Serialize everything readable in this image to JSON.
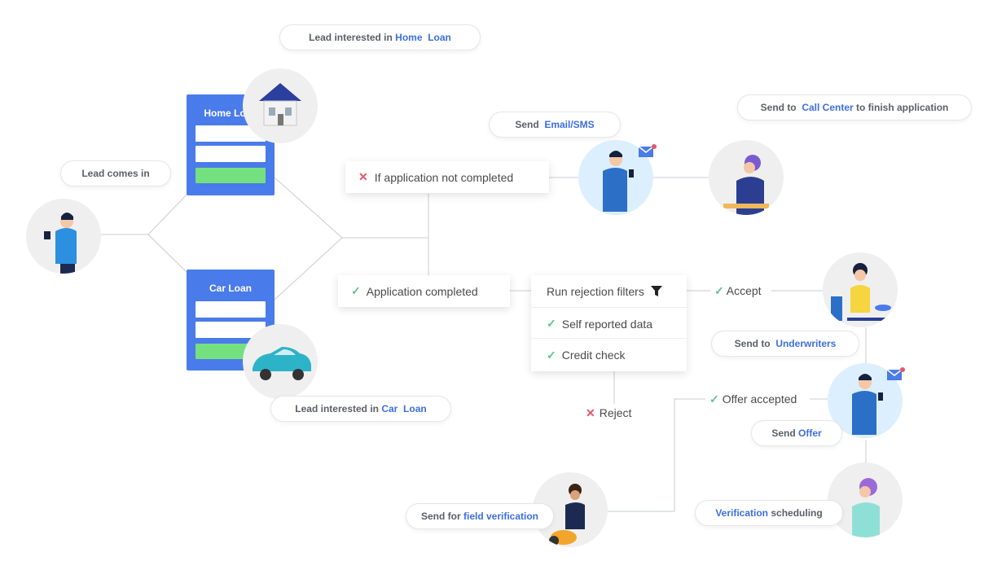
{
  "bubbles": {
    "lead_comes_in": "Lead comes in",
    "home_loan_pre": "Lead interested in",
    "home_loan_hl1": "Home",
    "home_loan_hl2": "Loan",
    "car_loan_pre": "Lead interested in",
    "car_loan_hl1": "Car",
    "car_loan_hl2": "Loan",
    "send_email_pre": "Send",
    "send_email_hl": "Email/SMS",
    "call_center_pre": "Send to",
    "call_center_hl": "Call Center",
    "call_center_post": "to finish application",
    "underwriters_pre": "Send to",
    "underwriters_hl": "Underwriters",
    "offer_pre": "Send",
    "offer_hl": "Offer",
    "verification_hl": "Verification",
    "verification_post": "scheduling",
    "field_pre": "Send for",
    "field_hl": "field verification"
  },
  "forms": {
    "home": "Home Loan",
    "car": "Car Loan"
  },
  "steps": {
    "not_completed": "If application not completed",
    "completed": "Application completed",
    "rejection_filters": "Run rejection filters",
    "self_reported": "Self reported data",
    "credit_check": "Credit check",
    "accept": "Accept",
    "reject": "Reject",
    "offer_accepted": "Offer accepted"
  },
  "icons": {
    "check": "✓",
    "cross": "✕",
    "filter": "filter-icon"
  },
  "colors": {
    "accent_blue": "#3d6fe0",
    "form_blue": "#4a7bea",
    "form_button_green": "#74e07f",
    "check_green": "#5cc58b",
    "cross_red": "#e5566b"
  }
}
